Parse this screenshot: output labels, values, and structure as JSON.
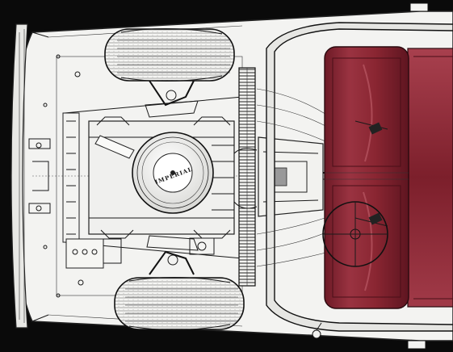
{
  "diagram": {
    "air_cleaner_label": "IMPERIAL",
    "colors": {
      "background": "#0a0a0a",
      "body_paper": "#f3f3f1",
      "line_ink": "#1a1a1a",
      "upholstery": "#8e2a36",
      "upholstery_shadow": "#5e1520",
      "upholstery_highlight": "#b85561",
      "tire": "#f6f6f4"
    },
    "parts": [
      {
        "id": "front-bumper",
        "kind": "bumper"
      },
      {
        "id": "tire-upper",
        "kind": "tire"
      },
      {
        "id": "tire-lower",
        "kind": "tire"
      },
      {
        "id": "engine",
        "kind": "engine"
      },
      {
        "id": "air-cleaner",
        "kind": "air-cleaner"
      },
      {
        "id": "radiator-grille",
        "kind": "grille"
      },
      {
        "id": "transmission",
        "kind": "transmission"
      },
      {
        "id": "front-seat",
        "kind": "seat"
      },
      {
        "id": "rear-seat",
        "kind": "seat"
      },
      {
        "id": "windshield-frame",
        "kind": "frame"
      },
      {
        "id": "steering-wheel",
        "kind": "steering-wheel"
      },
      {
        "id": "side-mirror",
        "kind": "mirror"
      }
    ]
  }
}
